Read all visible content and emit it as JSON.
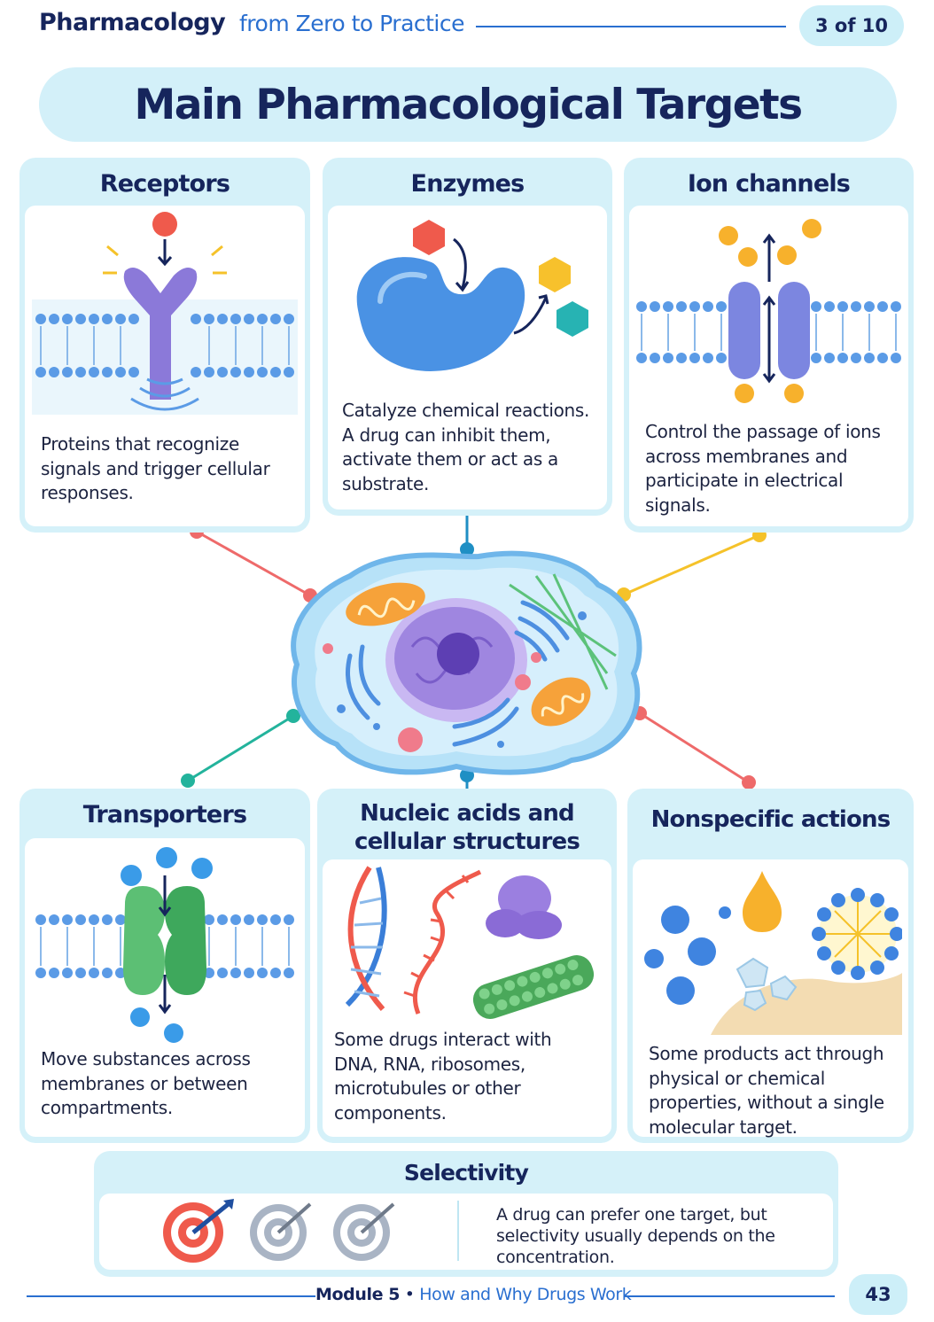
{
  "header": {
    "series_title": "Pharmacology",
    "series_subtitle": "from Zero to Practice",
    "page_indicator": "3 of 10"
  },
  "main_title": "Main Pharmacological Targets",
  "cards": [
    {
      "id": "receptors",
      "title": "Receptors",
      "description": "Proteins that recognize signals and trigger cellular responses.",
      "icon": "receptor-icon"
    },
    {
      "id": "enzymes",
      "title": "Enzymes",
      "description": "Catalyze chemical reactions. A drug can inhibit them, activate them or act as a substrate.",
      "icon": "enzyme-icon"
    },
    {
      "id": "ion_channels",
      "title": "Ion channels",
      "description": "Control the passage of ions across membranes and participate in electrical signals.",
      "icon": "ion-channel-icon"
    },
    {
      "id": "transporters",
      "title": "Transporters",
      "description": "Move substances across membranes or between compartments.",
      "icon": "transporter-icon"
    },
    {
      "id": "nucleic_acids",
      "title": "Nucleic acids and cellular structures",
      "description": "Some drugs interact with DNA, RNA, ribosomes, microtubules or other components.",
      "icon": "dna-icon"
    },
    {
      "id": "nonspecific",
      "title": "Nonspecific actions",
      "description": "Some products act through physical or chemical properties, without a single molecular target.",
      "icon": "micelle-icon"
    }
  ],
  "center_image": "cell-icon",
  "selectivity": {
    "title": "Selectivity",
    "text": "A drug can prefer one target, but selectivity usually depends on the concentration.",
    "icons": [
      "target-hit-icon",
      "target-gray-icon",
      "target-gray-icon"
    ]
  },
  "footer": {
    "module": "Module 5",
    "separator": "•",
    "module_name": "How and Why Drugs Work",
    "page_number": "43"
  },
  "colors": {
    "navy": "#16255c",
    "accent_blue": "#2a6fd0",
    "card_bg": "#d5f1f9",
    "connector_red": "#ee6a6a",
    "connector_blue": "#1f8fc4",
    "connector_yellow": "#f5c22a",
    "connector_teal": "#23b39c"
  }
}
